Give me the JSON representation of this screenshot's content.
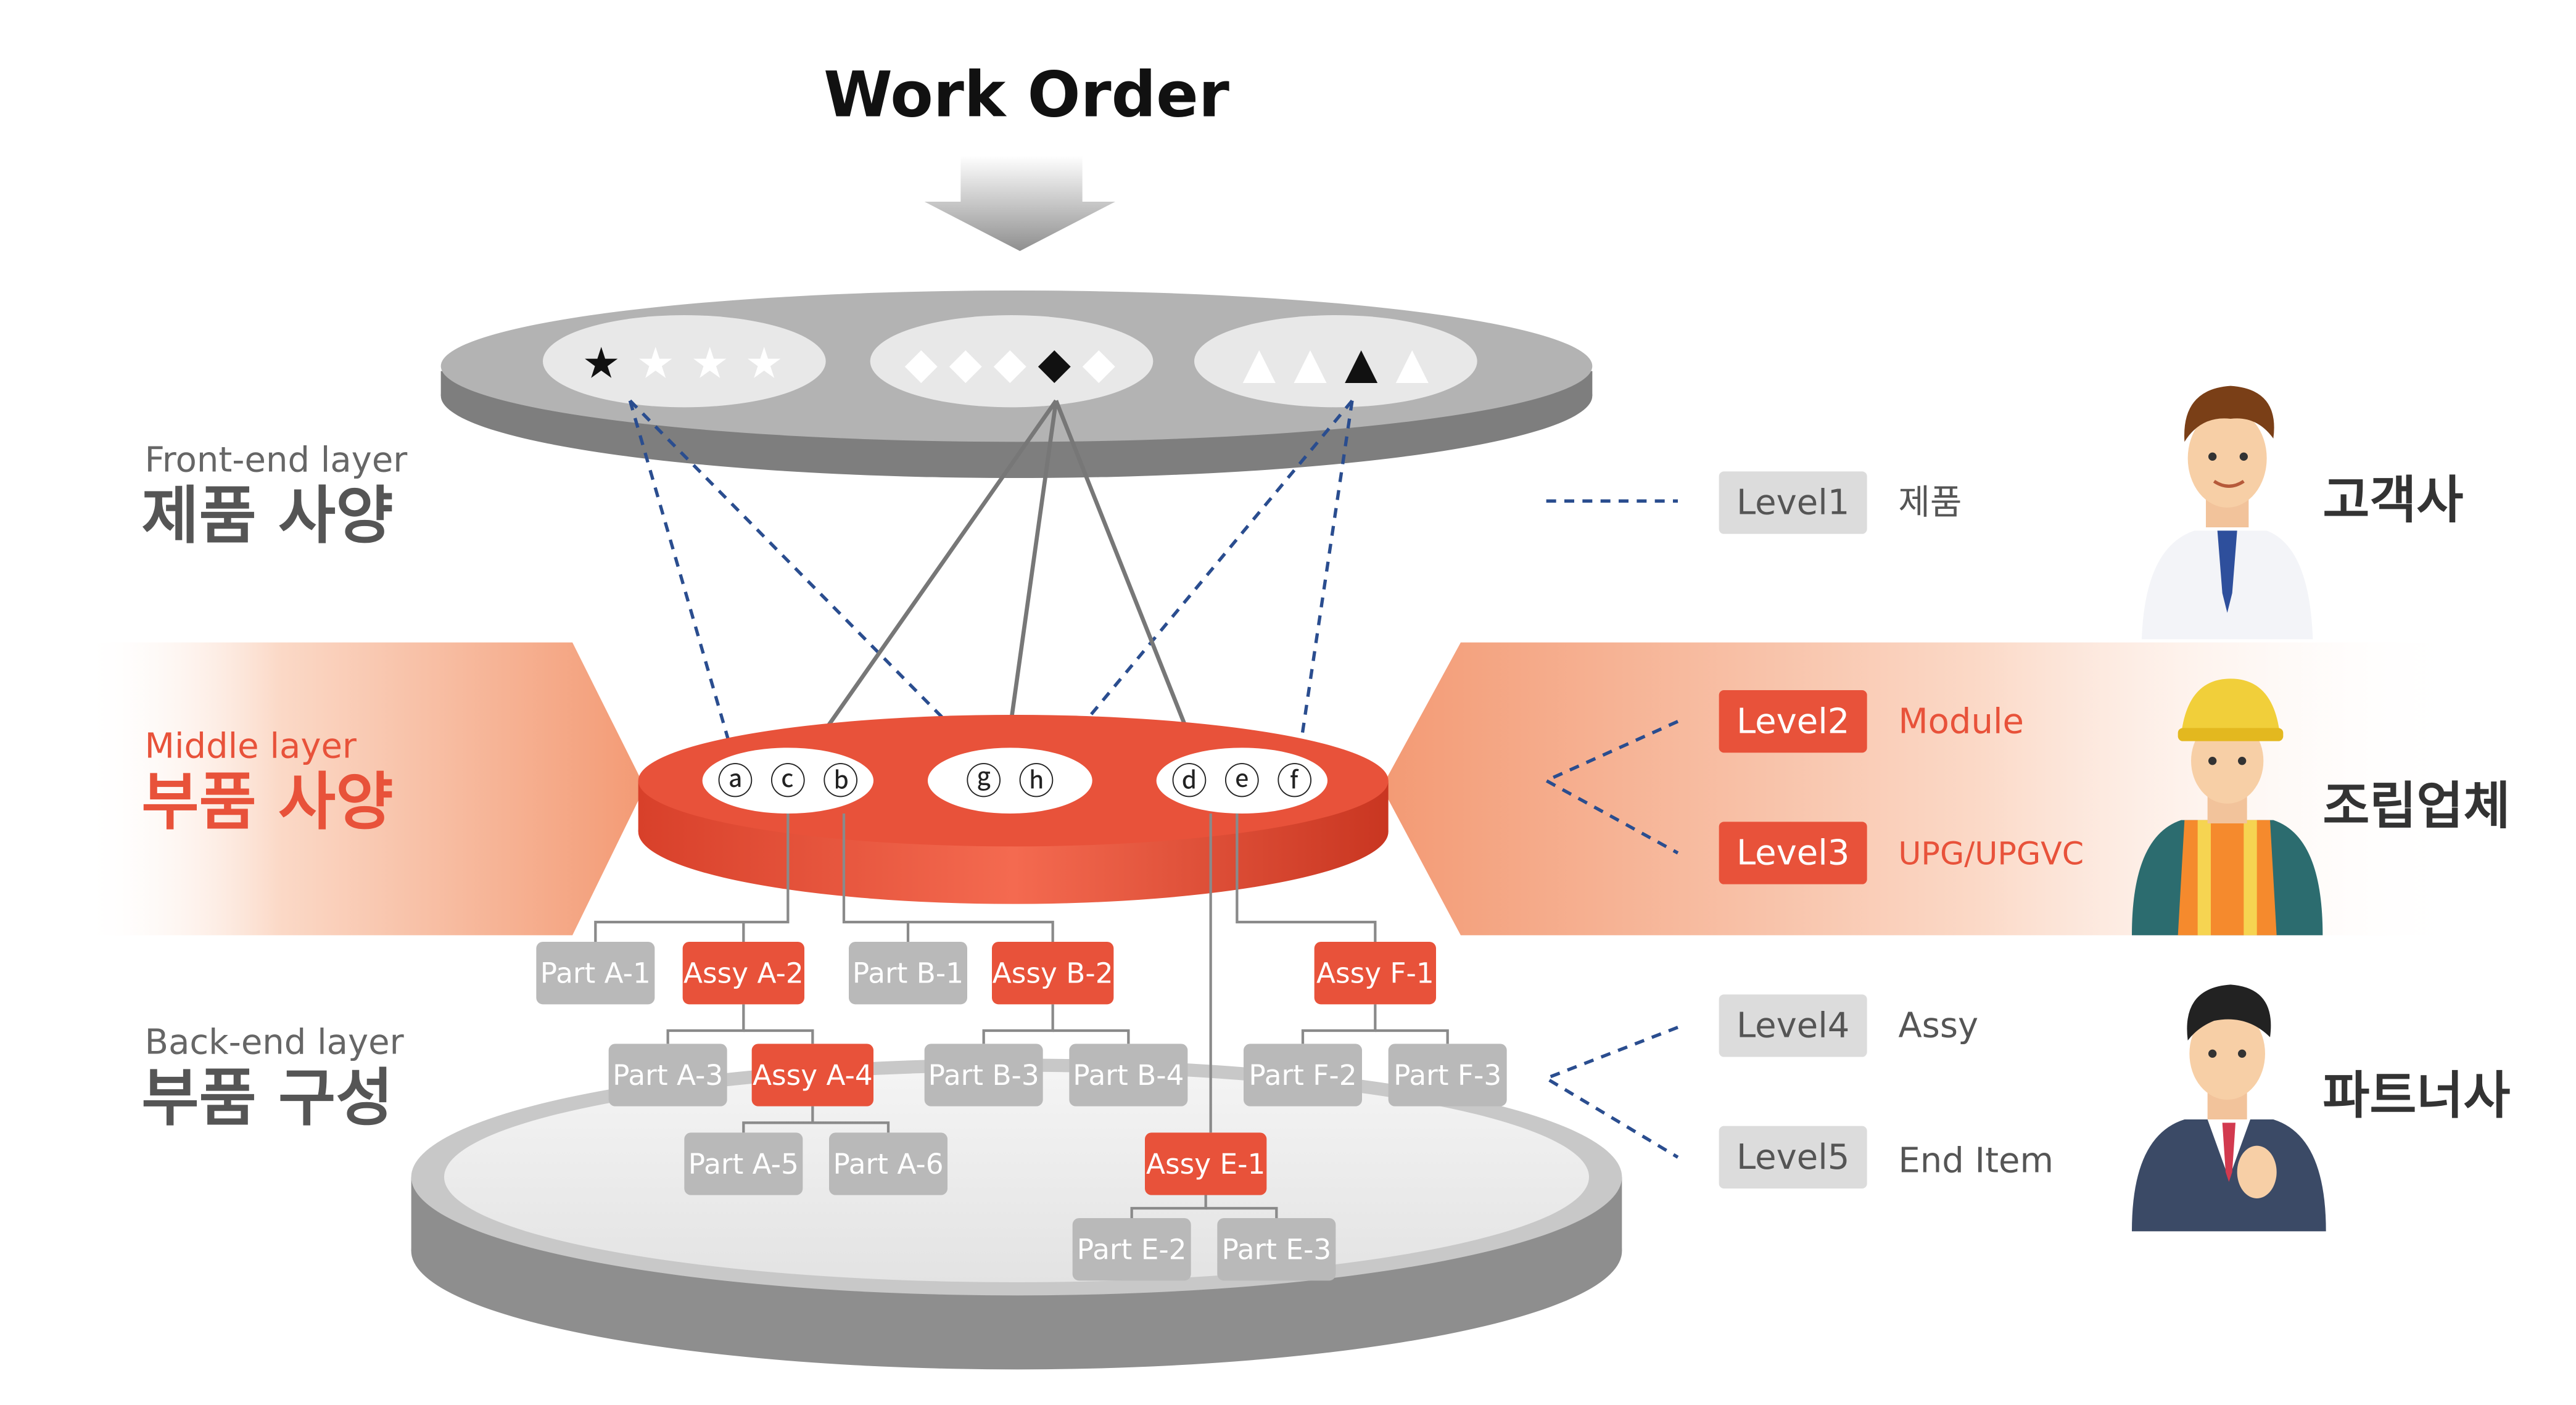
{
  "title": "Work Order",
  "layers": {
    "front": {
      "en": "Front-end layer",
      "ko": "제품 사양"
    },
    "middle": {
      "en": "Middle layer",
      "ko": "부품 사양"
    },
    "back": {
      "en": "Back-end layer",
      "ko": "부품 구성"
    }
  },
  "top_groups": [
    {
      "symbol": "★",
      "count": 4,
      "highlight_index": 0
    },
    {
      "symbol": "◆",
      "count": 5,
      "highlight_index": 3
    },
    {
      "symbol": "▲",
      "count": 4,
      "highlight_index": 2
    }
  ],
  "middle_groups": [
    [
      "ⓐ",
      "ⓒ",
      "ⓑ"
    ],
    [
      "ⓖ",
      "ⓗ"
    ],
    [
      "ⓓ",
      "ⓔ",
      "ⓕ"
    ]
  ],
  "parts": {
    "part_a1": "Part A-1",
    "assy_a2": "Assy A-2",
    "part_b1": "Part B-1",
    "assy_b2": "Assy B-2",
    "assy_f1": "Assy F-1",
    "part_a3": "Part A-3",
    "assy_a4": "Assy A-4",
    "part_b3": "Part B-3",
    "part_b4": "Part B-4",
    "part_f2": "Part F-2",
    "part_f3": "Part F-3",
    "part_a5": "Part A-5",
    "part_a6": "Part A-6",
    "assy_e1": "Assy E-1",
    "part_e2": "Part E-2",
    "part_e3": "Part E-3"
  },
  "levels": [
    {
      "badge": "Level1",
      "desc": "제품",
      "style": "gray"
    },
    {
      "badge": "Level2",
      "desc": "Module",
      "style": "orange"
    },
    {
      "badge": "Level3",
      "desc": "UPG/UPGVC",
      "style": "orange"
    },
    {
      "badge": "Level4",
      "desc": "Assy",
      "style": "gray"
    },
    {
      "badge": "Level5",
      "desc": "End Item",
      "style": "gray"
    }
  ],
  "actors": {
    "customer": "고객사",
    "assembler": "조립업체",
    "partner": "파트너사"
  },
  "colors": {
    "orange": "#e8523a",
    "orange_light": "#f5a27c",
    "gray_box": "#b9b9b9",
    "gray_badge": "#dcdcdc",
    "dashed_blue": "#2a4d8f",
    "dark_text": "#444444"
  }
}
